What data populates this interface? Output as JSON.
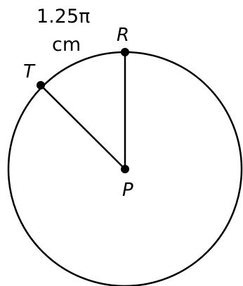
{
  "diagram": {
    "arc_label": {
      "line1": "1.25π",
      "line2": "cm"
    },
    "points": {
      "center": "P",
      "top": "R",
      "upper_left": "T"
    },
    "colors": {
      "stroke": "#000000",
      "background": "#ffffff"
    }
  }
}
